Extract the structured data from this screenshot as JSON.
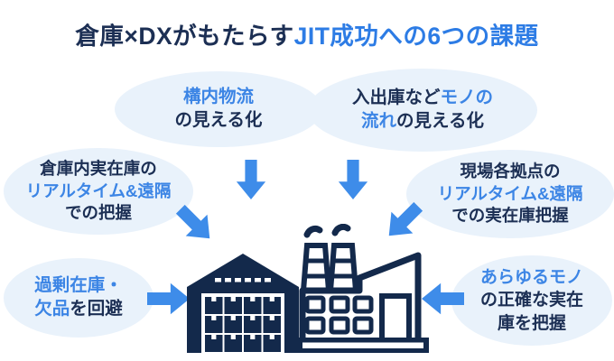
{
  "title": {
    "part_dark": "倉庫×DXがもたらす",
    "part_blue": "JIT成功への6つの課題"
  },
  "bubbles": {
    "top_left": {
      "line1_blue": "構内物流",
      "line2_dark": "の見える化"
    },
    "top_right": {
      "line1_dark": "入出庫など",
      "line1_blue": "モノの",
      "line2_blue": "流れ",
      "line2_dark": "の見える化"
    },
    "mid_left": {
      "line1_dark": "倉庫内実在庫の",
      "line2_blue": "リアルタイム&遠隔",
      "line3_dark": "での把握"
    },
    "mid_right": {
      "line1_dark": "現場各拠点の",
      "line2_blue": "リアルタイム&遠隔",
      "line3_dark": "での実在庫把握"
    },
    "bottom_left": {
      "line1_blue": "過剰在庫・",
      "line2_blue": "欠品",
      "line2_dark": "を回避"
    },
    "bottom_right": {
      "line1_blue": "あらゆるモノ",
      "line2_dark": "の正確な実在",
      "line3_dark": "庫を把握"
    }
  },
  "icons": {
    "warehouse": "warehouse-icon",
    "factory": "factory-icon",
    "arrows": [
      "arrow-down-icon",
      "arrow-down-icon",
      "arrow-down-right-icon",
      "arrow-down-left-icon",
      "arrow-right-icon",
      "arrow-left-icon"
    ]
  },
  "colors": {
    "navy": "#13294b",
    "text_dark": "#1c2f54",
    "accent_blue": "#3c85e5",
    "title_blue": "#2d7ce5",
    "arrow_blue": "#3e8ce9",
    "bubble_bg": "#e9f2fb"
  }
}
